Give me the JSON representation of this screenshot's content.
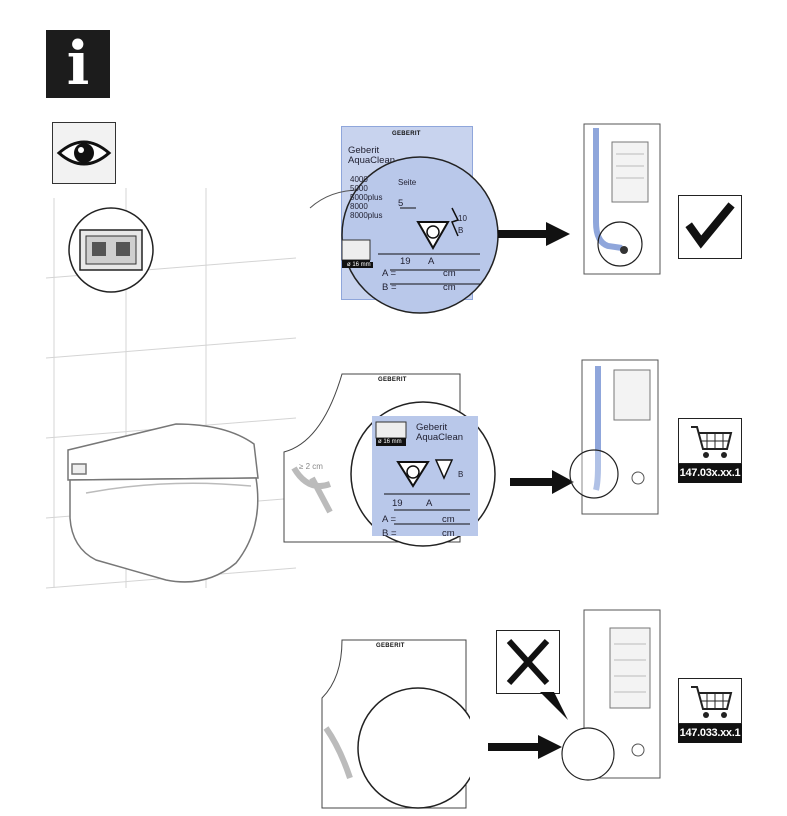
{
  "header": {
    "info_glyph": "i",
    "info_icon": "info-icon",
    "eye_icon": "eye-icon"
  },
  "colors": {
    "label_blue": "#aebfe6",
    "label_blue_dark": "#8fa6db",
    "ink": "#111111",
    "check": "#111111"
  },
  "row1": {
    "brand": "GEBERIT",
    "product_line1": "Geberit",
    "product_line2": "AquaClean",
    "models": [
      "4000",
      "5000",
      "5000plus",
      "8000",
      "8000plus"
    ],
    "side_label": "Seite",
    "dim_5": "5",
    "dim_19": "19",
    "dim_A": "A",
    "dim_10": "10",
    "dim_B": "B",
    "field_A": "A =",
    "field_B": "B =",
    "unit_cm_1": "cm",
    "unit_cm_2": "cm",
    "pipe_label": "ø 16 mm",
    "result_icon": "checkmark-icon"
  },
  "row2": {
    "brand": "GEBERIT",
    "product_line1": "Geberit",
    "product_line2": "AquaClean",
    "pipe_label": "ø 16 mm",
    "dim_19": "19",
    "dim_A": "A",
    "dim_B": "B",
    "field_A": "A =",
    "field_B": "B =",
    "unit_cm_1": "cm",
    "unit_cm_2": "cm",
    "distance_label": "≥ 2 cm",
    "cart_icon": "shopping-cart-icon",
    "article_code": "147.03x.xx.1"
  },
  "row3": {
    "brand": "GEBERIT",
    "cross_icon": "cross-icon",
    "cart_icon": "shopping-cart-icon",
    "article_code": "147.033.xx.1"
  }
}
